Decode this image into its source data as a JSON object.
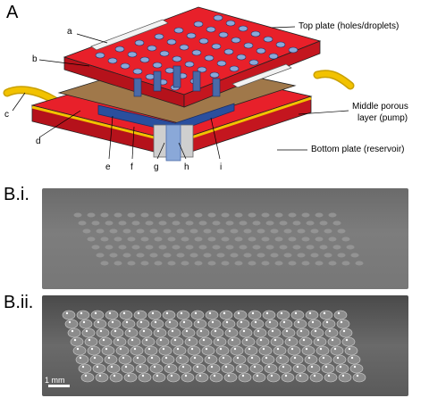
{
  "panels": {
    "a": "A",
    "bi": "B.i.",
    "bii": "B.ii."
  },
  "callouts": {
    "top_plate": "Top plate (holes/droplets)",
    "middle_line1": "Middle porous",
    "middle_line2": "layer (pump)",
    "bottom_plate": "Bottom plate (reservoir)"
  },
  "letters": [
    "a",
    "b",
    "c",
    "d",
    "e",
    "f",
    "g",
    "h",
    "i"
  ],
  "scale_bar": "1 mm",
  "colors": {
    "plate_red": "#e8202a",
    "plate_dark": "#b5121b",
    "gasket_yellow": "#f2c200",
    "porous_blue": "#2a4f9e",
    "fluid_blue": "#8aa8d8",
    "tube_gray": "#cfcfcf"
  }
}
